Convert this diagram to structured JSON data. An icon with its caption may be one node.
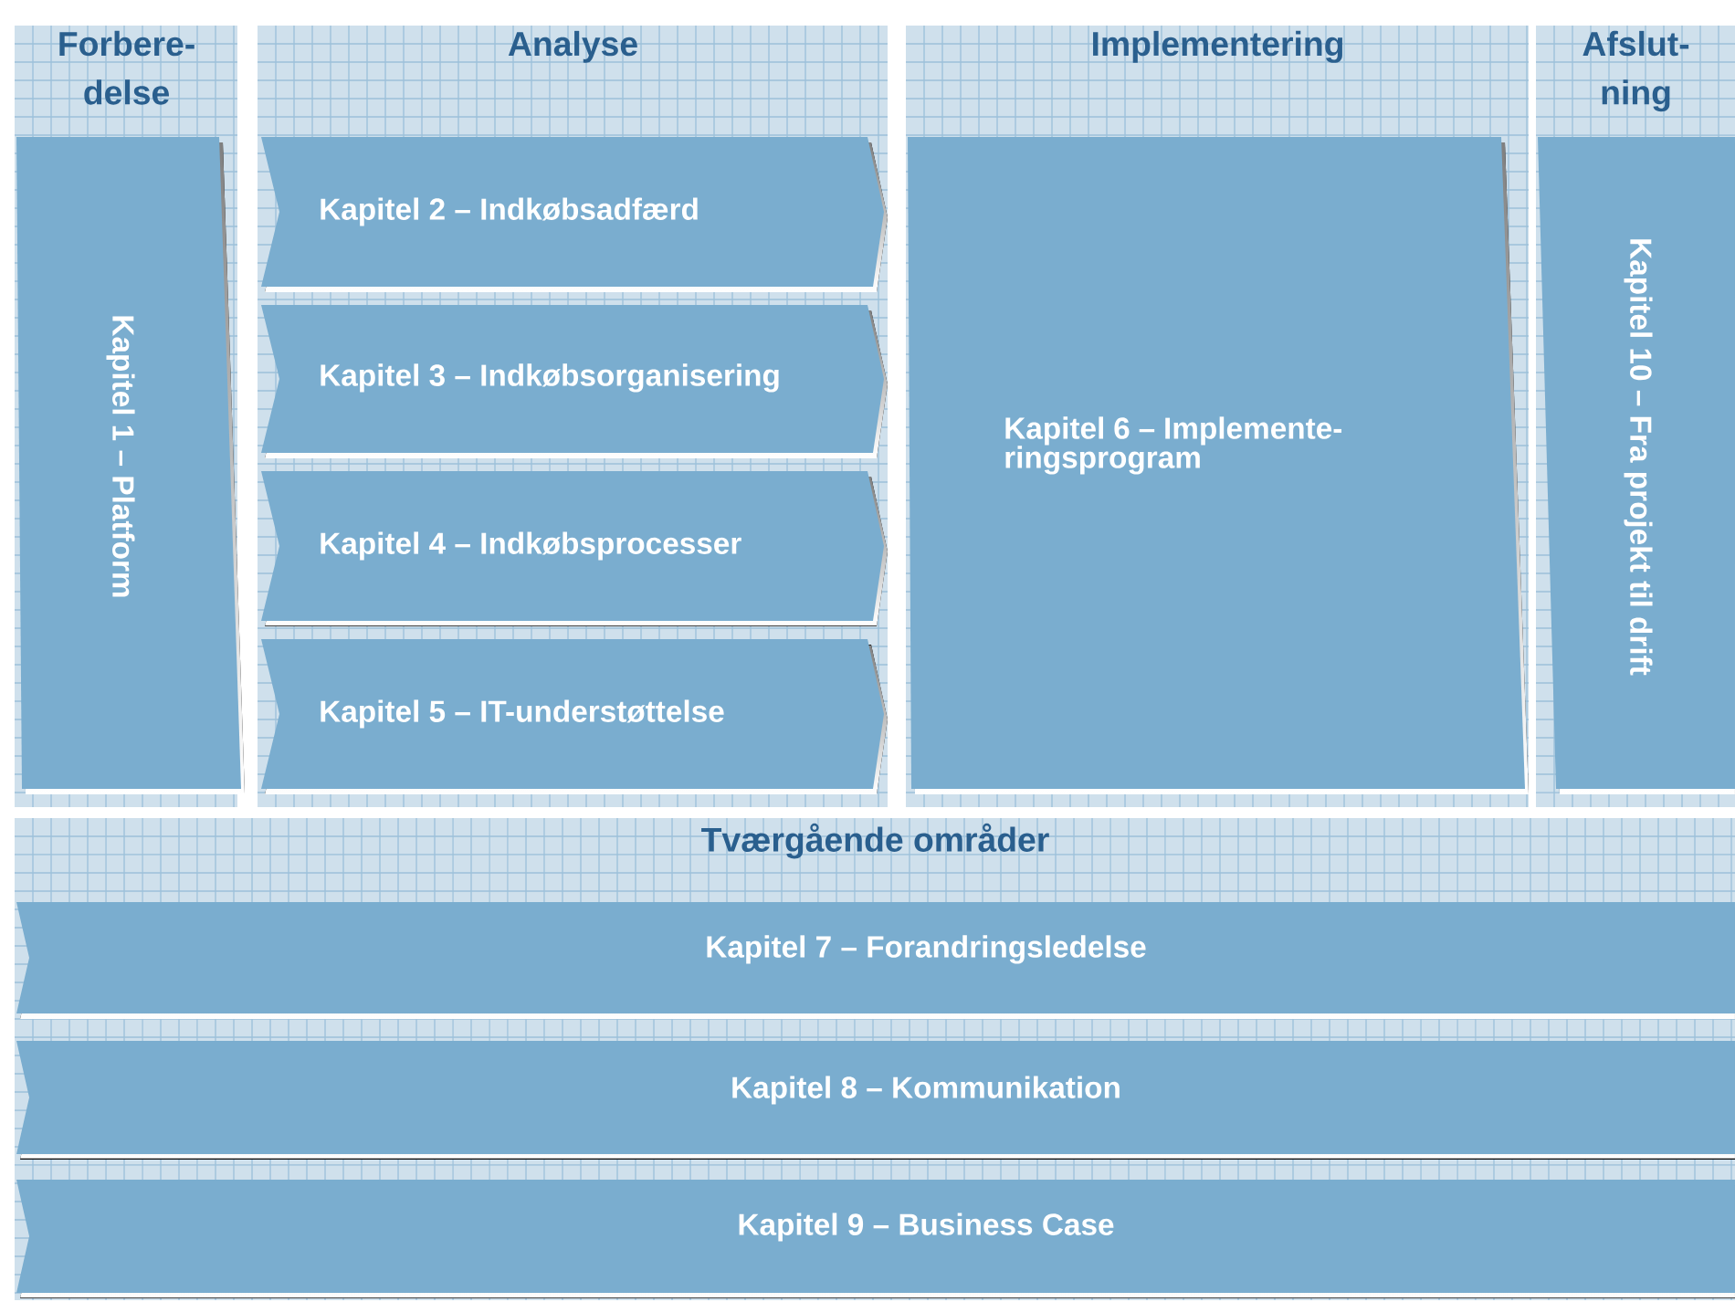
{
  "diagram": {
    "nodes": [
      {
        "text": [
          "Forbere- delse"
        ]
      },
      {
        "text": [
          "Kapitel 1 – Platform"
        ],
        "in": 0
      },
      {
        "text": [
          "Analyse"
        ]
      },
      {
        "text": [
          "Kapitel 2 – Indkøbsadfærd"
        ],
        "in": 2
      },
      {
        "text": [
          "Kapitel 3 – Indkøbsorganisering"
        ],
        "in": 2
      },
      {
        "text": [
          "Kapitel 4 – Indkøbsprocesser"
        ],
        "in": 2
      },
      {
        "text": [
          "Kapitel 5 – IT-understøttelse"
        ],
        "in": 2
      },
      {
        "text": [
          "Implementering"
        ]
      },
      {
        "text": [
          "Kapitel 6 – Implemente- ringsprogram"
        ],
        "in": 7
      },
      {
        "text": [
          "Afslut- ning"
        ]
      },
      {
        "text": [
          "Kapitel 10 – Fra projekt til drift"
        ],
        "in": 9
      },
      {
        "text": [
          "Tværgående områder"
        ]
      },
      {
        "text": [
          "Kapitel 7 – Forandringsledelse"
        ],
        "in": 11
      },
      {
        "text": [
          "Kapitel 8 – Kommunikation"
        ],
        "in": 11
      },
      {
        "text": [
          "Kapitel 9 – Business Case"
        ],
        "in": 11
      }
    ]
  }
}
